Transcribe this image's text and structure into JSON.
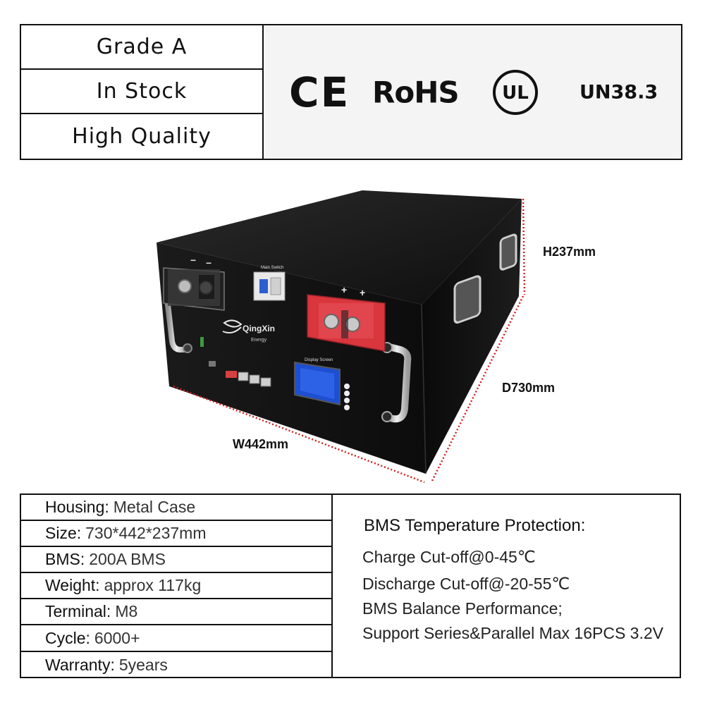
{
  "top_table": {
    "features": [
      "Grade A",
      "In Stock",
      "High Quality"
    ],
    "certifications": {
      "ce": "CE",
      "rohs": "RoHS",
      "ul": "UL",
      "un": "UN38.3"
    }
  },
  "product": {
    "dimensions": {
      "height": "H237mm",
      "depth": "D730mm",
      "width": "W442mm"
    },
    "panel": {
      "brand": "QingXin",
      "brand_sub": "Energy",
      "main_switch": "Main Switch",
      "display_screen": "Display Screen",
      "plus_1": "+",
      "plus_2": "+",
      "minus_1": "−",
      "minus_2": "−"
    },
    "colors": {
      "case": "#161616",
      "terminal_red": "#d9363e",
      "screen_blue": "#1f4fd1",
      "dim_line": "#d21f1f"
    }
  },
  "specs": [
    {
      "key": "Housing:",
      "value": "Metal Case"
    },
    {
      "key": "Size:",
      "value": "730*442*237mm"
    },
    {
      "key": "BMS:",
      "value": "200A BMS"
    },
    {
      "key": "Weight:",
      "value": "approx 117kg"
    },
    {
      "key": "Terminal:",
      "value": "M8"
    },
    {
      "key": "Cycle:",
      "value": "6000+"
    },
    {
      "key": "Warranty:",
      "value": "5years"
    }
  ],
  "bms": {
    "title": "BMS Temperature Protection:",
    "lines": [
      "Charge Cut-off@0-45℃",
      "Discharge Cut-off@-20-55℃",
      "BMS Balance Performance;",
      "Support Series&Parallel Max 16PCS 3.2V"
    ]
  }
}
